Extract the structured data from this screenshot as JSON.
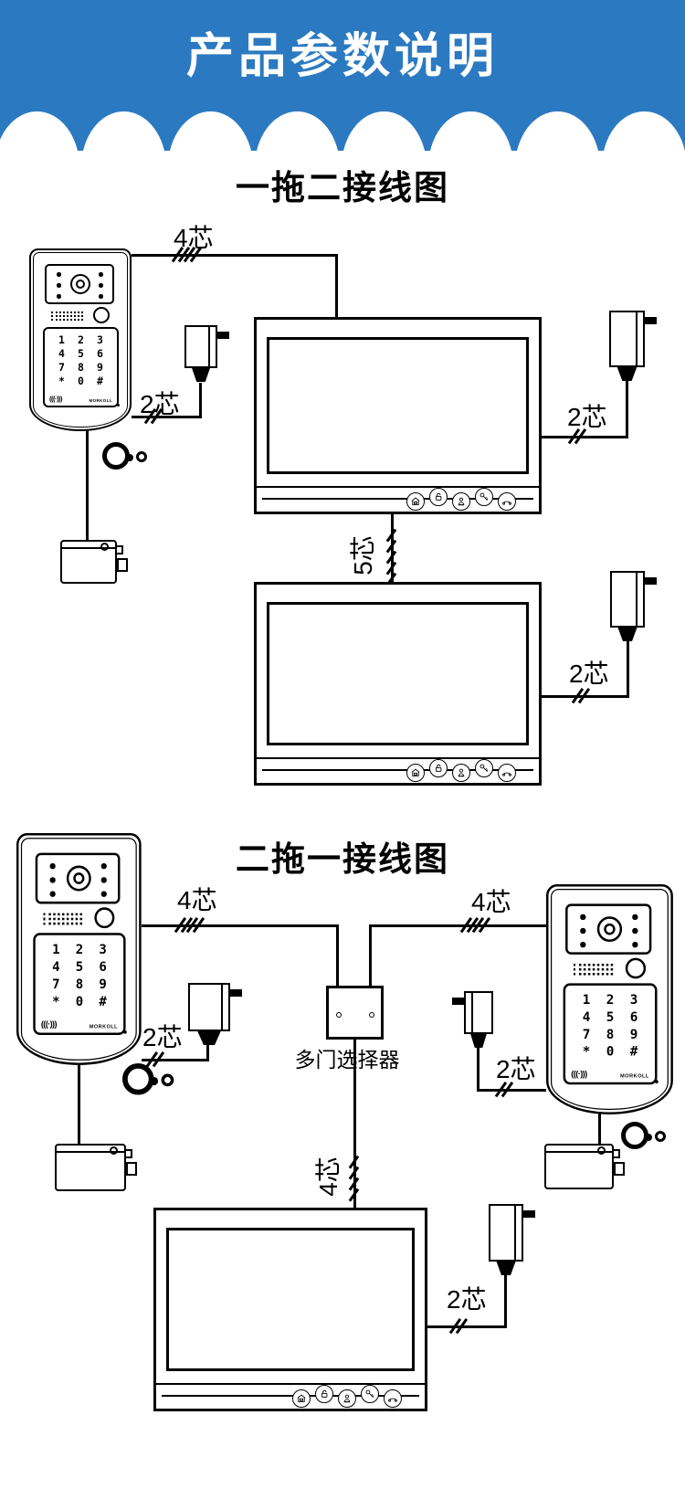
{
  "header": {
    "title": "产品参数说明"
  },
  "sections": [
    {
      "title": "一拖二接线图"
    },
    {
      "title": "二拖一接线图"
    }
  ],
  "wire_labels": {
    "s1_4core": "4芯",
    "s1_2core_door": "2芯",
    "s1_2core_m1": "2芯",
    "s1_5core": "5芯",
    "s1_2core_m2": "2芯",
    "s2_4core_left": "4芯",
    "s2_4core_right": "4芯",
    "s2_2core_left": "2芯",
    "s2_2core_right": "2芯",
    "s2_4core_mid": "4芯",
    "s2_2core_monitor": "2芯"
  },
  "selector": {
    "label": "多门选择器"
  },
  "doorbell": {
    "keys": [
      "1",
      "2",
      "3",
      "4",
      "5",
      "6",
      "7",
      "8",
      "9",
      "*",
      "0",
      "#"
    ],
    "rfid": "(((·)))",
    "brand": "MORKOLL"
  },
  "monitor": {
    "buttons": [
      {
        "icon": "surveillance-icon"
      },
      {
        "icon": "unlock-icon"
      },
      {
        "icon": "person-icon"
      },
      {
        "icon": "key-icon"
      },
      {
        "icon": "phone-icon"
      }
    ]
  },
  "colors": {
    "header_bg": "#2b7ac1",
    "line": "#000000",
    "bg": "#ffffff"
  }
}
